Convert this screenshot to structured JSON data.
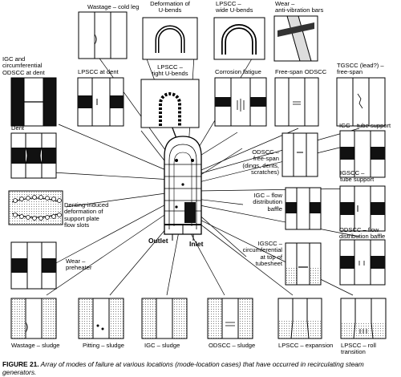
{
  "labels": {
    "wastage_cold_leg": "Wastage – cold leg",
    "deformation_u_bends": "Deformation of\nU-bends",
    "lpscc_wide_u_bends": "LPSCC –\nwide U-bends",
    "wear_anti_vibration_bars": "Wear –\nanti-vibration bars",
    "igc_odscc_at_dent": "IGC and\ncircumferential\nODSCC at dent",
    "lpscc_at_dent": "LPSCC at dent",
    "lpscc_tight_u_bends": "LPSCC –\ntight U-bends",
    "corrosion_fatigue": "Corrosion fatigue",
    "free_span_odscc": "Free-span ODSCC",
    "tgscc_free_span": "TGSCC (lead?) –\nfree-span",
    "dent": "Dent",
    "igc_tube_support": "IGC – tube support",
    "odscc_free_span": "ODSCC –\nfree-span\n(dings, dents,\nscratches)",
    "igscc_tube_support": "IGSCC –\ntube support",
    "denting_induced_deformation": "Denting-induced\ndeformation of\nsupport plate\nflow slots",
    "igc_flow_distribution_baffle": "IGC – flow\ndistribution\nbaffle",
    "odscc_flow_distribution_baffle": "ODSCC – flow\ndistribution baffle",
    "outlet": "Outlet",
    "inlet": "Inlet",
    "wear_preheater": "Wear –\npreheater",
    "igscc_circumferential": "IGSCC –\ncircumferential\nat top of\ntubesheet",
    "wastage_sludge": "Wastage – sludge",
    "pitting_sludge": "Pitting – sludge",
    "igc_sludge": "IGC – sludge",
    "odscc_sludge": "ODSCC – sludge",
    "lpscc_expansion": "LPSCC – expansion",
    "lpscc_roll_transition": "LPSCC – roll\ntransition"
  },
  "caption": {
    "figure_label": "FIGURE 21.",
    "text": " Array of modes of failure at various locations (mode-location cases) that have occurred in recirculating steam generators."
  },
  "colors": {
    "ink": "#000000",
    "tube_fill": "#ffffff",
    "deposit": "#1a1a1a",
    "paper": "#ffffff"
  }
}
